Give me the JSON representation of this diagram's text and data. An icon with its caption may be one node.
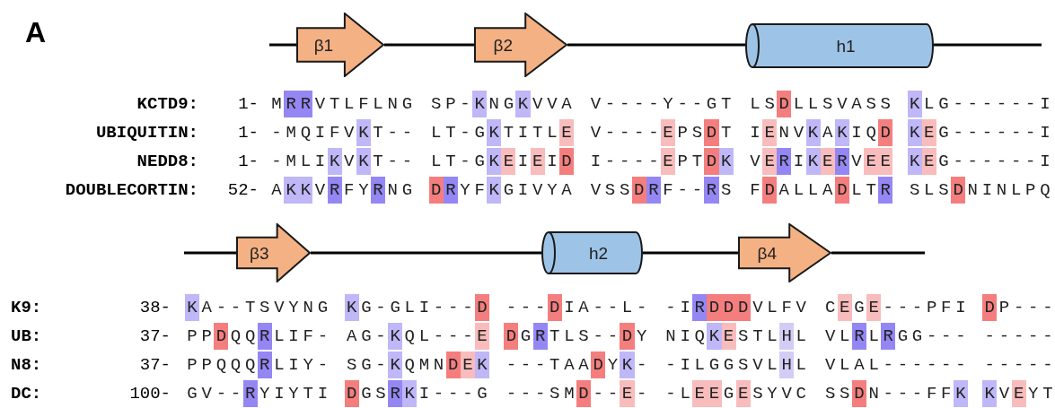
{
  "diagram": {
    "nodes": [
      {
        "text": [
          "β1"
        ]
      },
      {
        "text": [
          "β2"
        ]
      },
      {
        "text": [
          "h1"
        ]
      },
      {
        "text": [
          "β3"
        ]
      },
      {
        "text": [
          "h2"
        ]
      },
      {
        "text": [
          "β4"
        ]
      }
    ],
    "edges": [
      {
        "from": null,
        "to": 0,
        "arrow": "none"
      },
      {
        "from": 0,
        "to": 1,
        "arrow": "none"
      },
      {
        "from": 1,
        "to": 2,
        "arrow": "none"
      },
      {
        "from": 2,
        "to": null,
        "arrow": "none"
      },
      {
        "from": null,
        "to": 3,
        "arrow": "none"
      },
      {
        "from": 3,
        "to": 4,
        "arrow": "none"
      },
      {
        "from": 4,
        "to": 5,
        "arrow": "none"
      },
      {
        "from": 5,
        "to": null,
        "arrow": "none"
      }
    ],
    "labels": [
      "A",
      "KCTD9:",
      "1-",
      "MRRVTLFLNG",
      "SP-KNGKVVA",
      "V----Y--GT",
      "LSDLLSVASS",
      "KLG------I",
      "UBIQUITIN:",
      "1-",
      "-MQIFVKT--",
      "LT-GKTITLE",
      "V----EPSDT",
      "IENVKAKIQD",
      "KEG------I",
      "NEDD8:",
      "1-",
      "-MLIKVKT--",
      "LT-GKEIEID",
      "I----EPTDK",
      "VERIKERVEE",
      "KEG------I",
      "DOUBLECORTIN:",
      "52-",
      "AKKVRFYRNG",
      "DRYFKGIVYA",
      "VSSDRF--RS",
      "FDALLADLTR",
      "SLSDNINLPQ",
      "K9:",
      "38-",
      "KA--TSVYNG",
      "KG-GLI---D",
      "---DIA--L-",
      "-IRDDDVLFV",
      "CEGE---PFI",
      "DP---",
      "UB:",
      "37-",
      "PPDQQRLIF-",
      "AG-KQL---E",
      "DGRTLS--DY",
      "NIQKESTLHL",
      "VLRLRGG---",
      "-----",
      "N8:",
      "37-",
      "PPQQQRLIY-",
      "SG-KQMNDEK",
      "---TAADYK-",
      "-ILGGSVLHL",
      "VLAL------",
      "-----",
      "DC:",
      "100-",
      "GV--RYIYTI",
      "DGSRKI---G",
      "---SMD--E-",
      "-LEEGESYVC",
      "SSDN---FFK",
      "KVEYT"
    ]
  }
}
